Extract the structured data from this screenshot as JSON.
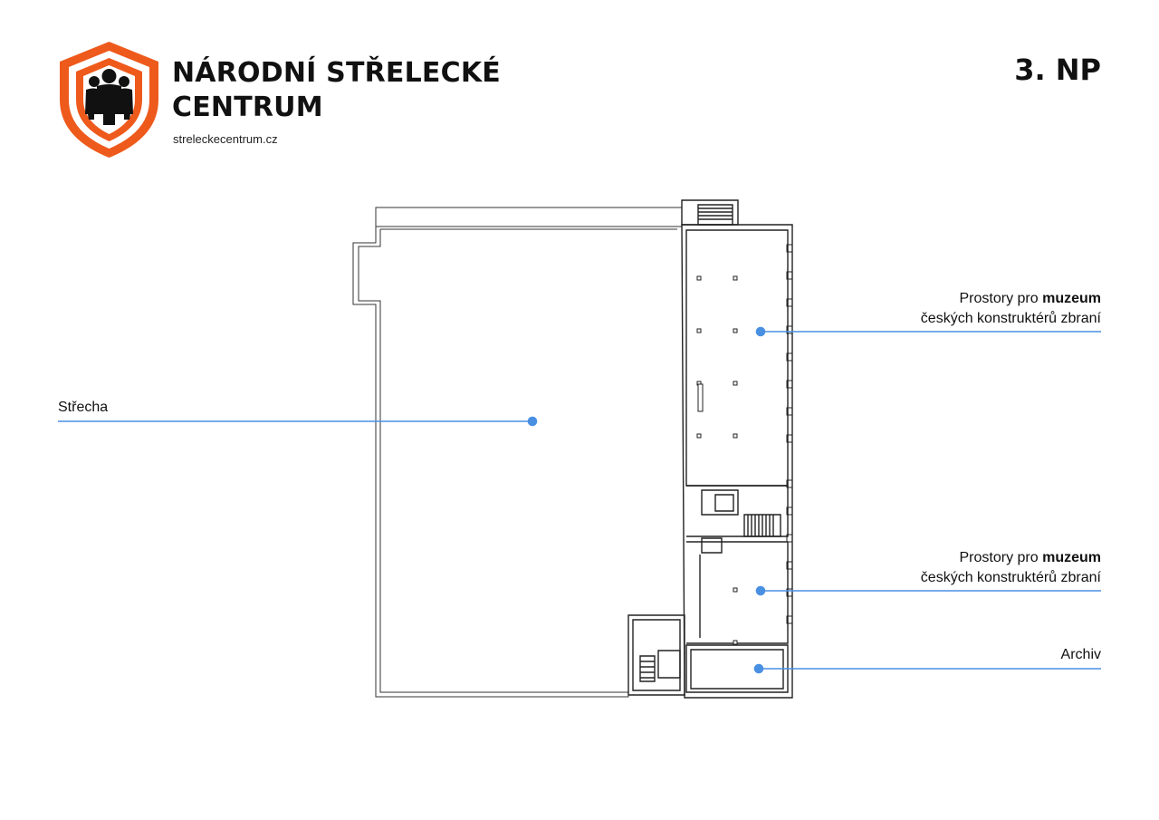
{
  "header": {
    "brand_line1": "NÁRODNÍ STŘELECKÉ",
    "brand_line2": "CENTRUM",
    "website": "streleckecentrum.cz",
    "floor": "3. NP",
    "logo_icon": "shield-people-icon"
  },
  "labels": {
    "roof": "Střecha",
    "museum_prefix": "Prostory pro",
    "museum_bold": "muzeum",
    "museum_line2": "českých konstruktérů zbraní",
    "museum2_prefix": "Prostory pro",
    "museum2_bold": "muzeum",
    "museum2_line2": "českých konstruktérů zbraní",
    "archive": "Archiv"
  },
  "colors": {
    "brand_orange": "#ee5a1c",
    "leader_blue": "#4a90e2",
    "plan_line": "#222222"
  }
}
